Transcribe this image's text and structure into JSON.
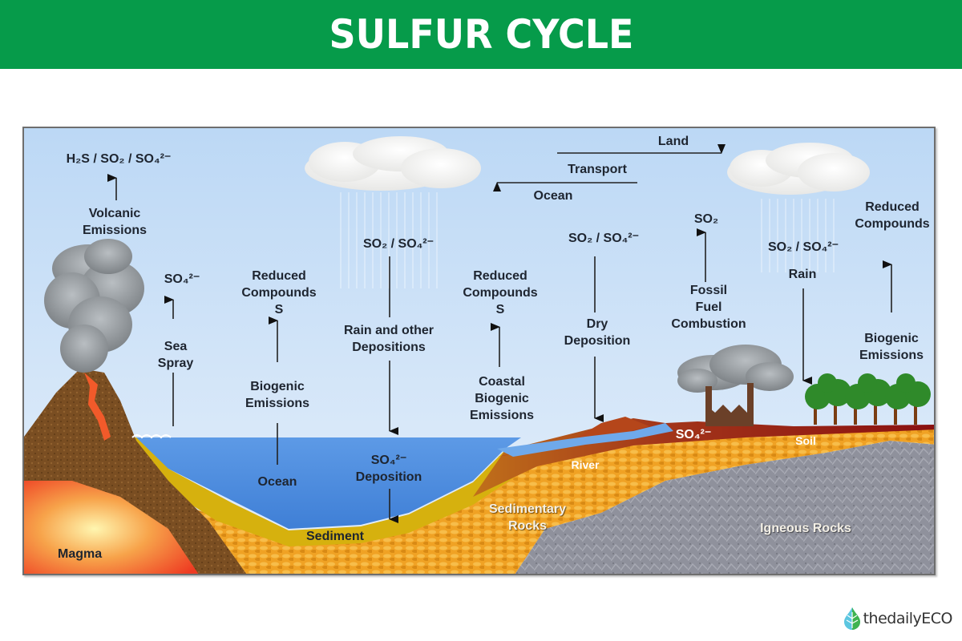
{
  "header": {
    "title": "SULFUR CYCLE",
    "background_color": "#069b4a"
  },
  "diagram": {
    "volcanic": {
      "compounds": "H₂S  /  SO₂  /  SO₄²⁻",
      "source_line1": "Volcanic",
      "source_line2": "Emissions"
    },
    "sea_spray": {
      "compound": "SO₄²⁻",
      "line1": "Sea",
      "line2": "Spray"
    },
    "ocean_biogenic": {
      "product_line1": "Reduced",
      "product_line2": "Compounds",
      "product_line3": "S",
      "source_line1": "Biogenic",
      "source_line2": "Emissions"
    },
    "rain_ocean": {
      "compounds": "SO₂  /  SO₄²⁻",
      "line1": "Rain and other",
      "line2": "Depositions"
    },
    "coastal": {
      "product_line1": "Reduced",
      "product_line2": "Compounds",
      "product_line3": "S",
      "source_line1": "Coastal",
      "source_line2": "Biogenic",
      "source_line3": "Emissions"
    },
    "transport": {
      "land": "Land",
      "label": "Transport",
      "ocean": "Ocean"
    },
    "dry_deposition": {
      "compounds": "SO₂  /  SO₄²⁻",
      "line1": "Dry",
      "line2": "Deposition"
    },
    "fossil": {
      "compound": "SO₂",
      "line1": "Fossil",
      "line2": "Fuel",
      "line3": "Combustion"
    },
    "rain_land": {
      "compounds": "SO₂  /  SO₄²⁻",
      "label": "Rain"
    },
    "land_biogenic": {
      "product_line1": "Reduced",
      "product_line2": "Compounds",
      "source_line1": "Biogenic",
      "source_line2": "Emissions"
    },
    "ocean_label": "Ocean",
    "so4_deposition": {
      "compound": "SO₄²⁻",
      "label": "Deposition"
    },
    "soil_so4": "SO₄²⁻",
    "soil": "Soil",
    "river": "River",
    "sediment": "Sediment",
    "sedimentary_rocks_line1": "Sedimentary",
    "sedimentary_rocks_line2": "Rocks",
    "igneous_rocks": "Igneous Rocks",
    "magma": "Magma",
    "colors": {
      "sky": "#cfe3f7",
      "ocean": "#4f8ee0",
      "sediment": "#d6b10e",
      "sedimentary_rock": "#f0a224",
      "igneous_rock": "#8f919c",
      "soil": "#8e1410",
      "volcano": "#7a4e22",
      "magma": "#f0452a",
      "trees": "#2f8a2a"
    }
  },
  "branding": {
    "logo_text": "thedailyECO"
  }
}
